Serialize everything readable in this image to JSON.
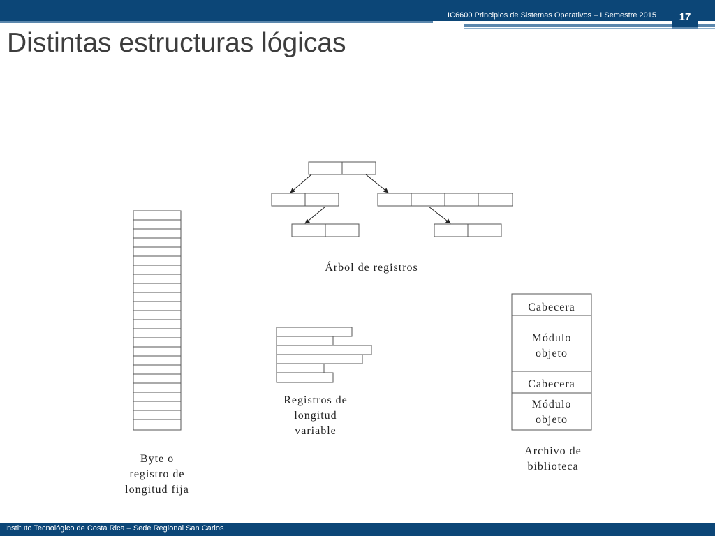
{
  "header": {
    "course": "IC6600 Principios de Sistemas Operativos – I Semestre 2015",
    "page_number": "17"
  },
  "title": "Distintas estructuras lógicas",
  "diagram": {
    "fixed_label": [
      "Byte o",
      "registro de",
      "longitud fija"
    ],
    "tree_label": "Árbol de registros",
    "variable_label": [
      "Registros de",
      "longitud",
      "variable"
    ],
    "library": {
      "header1": "Cabecera",
      "module1": [
        "Módulo",
        "objeto"
      ],
      "header2": "Cabecera",
      "module2": [
        "Módulo",
        "objeto"
      ]
    },
    "library_label": [
      "Archivo de",
      "biblioteca"
    ]
  },
  "footer": {
    "text": "Instituto Tecnológico de Costa Rica – Sede Regional San Carlos"
  }
}
